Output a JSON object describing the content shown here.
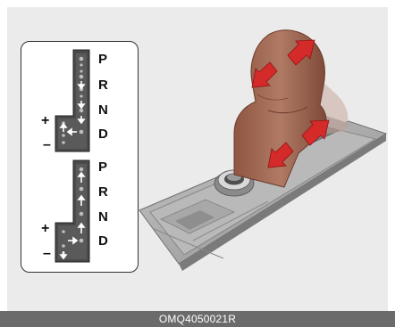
{
  "figure": {
    "caption": "OMQ4050021R",
    "colors": {
      "panel": "#ebebeb",
      "caption_bar": "#6b6b6b",
      "arrow": "#d42a2a",
      "knob": "#a46a54",
      "console": "#9a9a9a"
    }
  },
  "diagram": {
    "top_gate": {
      "positions": [
        "P",
        "R",
        "N",
        "D"
      ],
      "plus": "+",
      "minus": "–"
    },
    "bottom_gate": {
      "positions": [
        "P",
        "R",
        "N",
        "D"
      ],
      "plus": "+",
      "minus": "–"
    }
  },
  "icons": [
    "arrow-icon",
    "shift-knob-icon",
    "dial-icon"
  ]
}
